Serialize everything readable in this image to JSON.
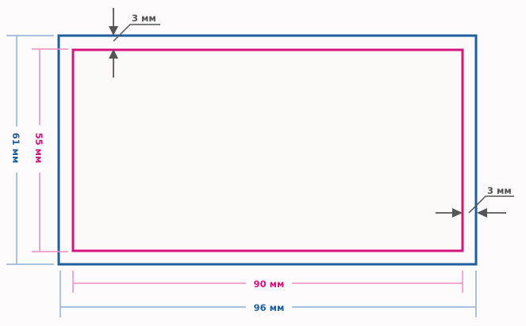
{
  "colors": {
    "background": "#fdfbfb",
    "bleed": "#1e5f9e",
    "trim": "#d4147f",
    "bleed_dim": "#8fb0d8",
    "trim_dim": "#ee8cc2",
    "arrow": "#555555"
  },
  "labels": {
    "margin_top": "3 мм",
    "margin_right": "3 мм",
    "trim_width": "90 мм",
    "bleed_width": "96 мм",
    "trim_height": "55 мм",
    "bleed_height": "61 мм"
  }
}
